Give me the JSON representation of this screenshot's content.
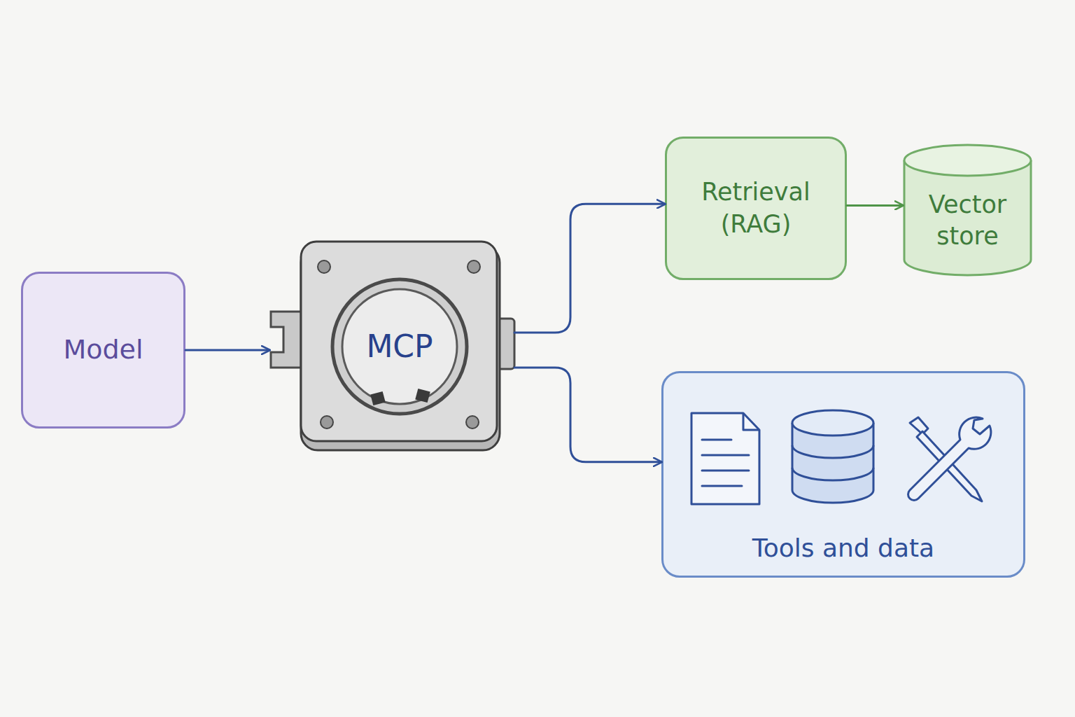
{
  "diagram": {
    "nodes": [
      {
        "text": [
          "Model"
        ]
      },
      {
        "text": [
          "MCP"
        ]
      },
      {
        "text": [
          "Retrieval (RAG)"
        ]
      },
      {
        "text": [
          "Vector store"
        ]
      },
      {
        "text": [
          "Tools and data"
        ]
      }
    ],
    "edges": [
      {
        "from": 0,
        "to": 1,
        "arrow": "to"
      },
      {
        "from": 1,
        "to": 2,
        "arrow": "to"
      },
      {
        "from": 2,
        "to": 3,
        "arrow": "to"
      },
      {
        "from": 1,
        "to": 4,
        "arrow": "to"
      }
    ]
  }
}
